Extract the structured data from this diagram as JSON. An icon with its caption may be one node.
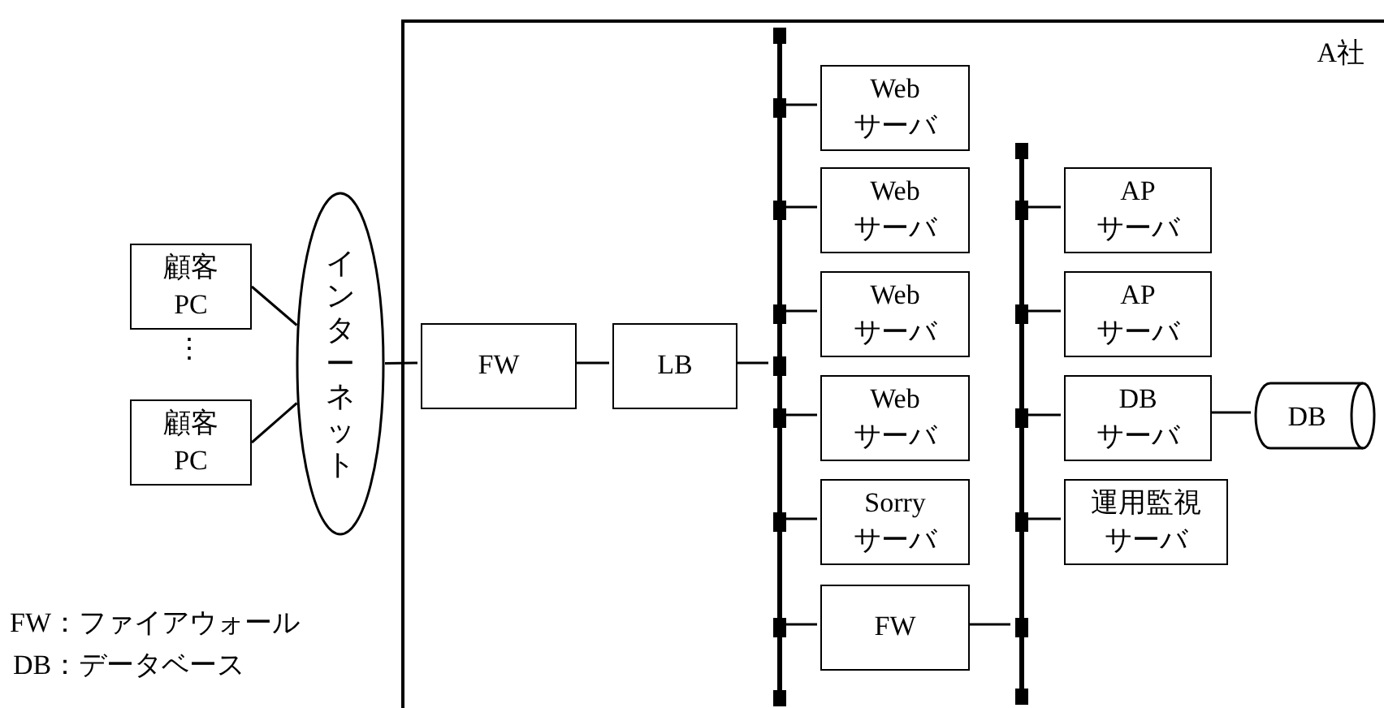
{
  "diagram": {
    "nodes": [
      {
        "text": [
          "A社"
        ]
      },
      {
        "text": [
          "顧客",
          "PC"
        ]
      },
      {
        "text": [
          "顧客",
          "PC"
        ]
      },
      {
        "text": [
          "インターネット"
        ]
      },
      {
        "text": [
          "FW"
        ],
        "in": 0
      },
      {
        "text": [
          "LB"
        ],
        "in": 0
      },
      {
        "text": [],
        "shape": "bar",
        "in": 0
      },
      {
        "text": [
          "Web",
          "サーバ"
        ],
        "in": 0
      },
      {
        "text": [
          "Web",
          "サーバ"
        ],
        "in": 0
      },
      {
        "text": [
          "Web",
          "サーバ"
        ],
        "in": 0
      },
      {
        "text": [
          "Web",
          "サーバ"
        ],
        "in": 0
      },
      {
        "text": [
          "Sorry",
          "サーバ"
        ],
        "in": 0
      },
      {
        "text": [
          "FW"
        ],
        "in": 0
      },
      {
        "text": [],
        "shape": "bar",
        "in": 0
      },
      {
        "text": [
          "AP",
          "サーバ"
        ],
        "in": 0
      },
      {
        "text": [
          "AP",
          "サーバ"
        ],
        "in": 0
      },
      {
        "text": [
          "DB",
          "サーバ"
        ],
        "in": 0
      },
      {
        "text": [
          "運用監視",
          "サーバ"
        ],
        "in": 0
      },
      {
        "text": [
          "DB"
        ],
        "in": 0
      }
    ],
    "edges": [
      {
        "from": 1,
        "to": 3,
        "arrow": "none"
      },
      {
        "from": 2,
        "to": 3,
        "arrow": "none"
      },
      {
        "from": 3,
        "to": 4,
        "arrow": "none"
      },
      {
        "from": 4,
        "to": 5,
        "arrow": "none"
      },
      {
        "from": 5,
        "to": 6,
        "arrow": "none"
      },
      {
        "from": 6,
        "to": 7,
        "arrow": "none"
      },
      {
        "from": 6,
        "to": 8,
        "arrow": "none"
      },
      {
        "from": 6,
        "to": 9,
        "arrow": "none"
      },
      {
        "from": 6,
        "to": 10,
        "arrow": "none"
      },
      {
        "from": 6,
        "to": 11,
        "arrow": "none"
      },
      {
        "from": 6,
        "to": 12,
        "arrow": "none"
      },
      {
        "from": 12,
        "to": 13,
        "arrow": "none"
      },
      {
        "from": 13,
        "to": 14,
        "arrow": "none"
      },
      {
        "from": 13,
        "to": 15,
        "arrow": "none"
      },
      {
        "from": 13,
        "to": 16,
        "arrow": "none"
      },
      {
        "from": 13,
        "to": 17,
        "arrow": "none"
      },
      {
        "from": 16,
        "to": 18,
        "arrow": "none"
      }
    ],
    "labels": [
      "⋮",
      "FW：ファイアウォール",
      "DB：データベース"
    ]
  }
}
